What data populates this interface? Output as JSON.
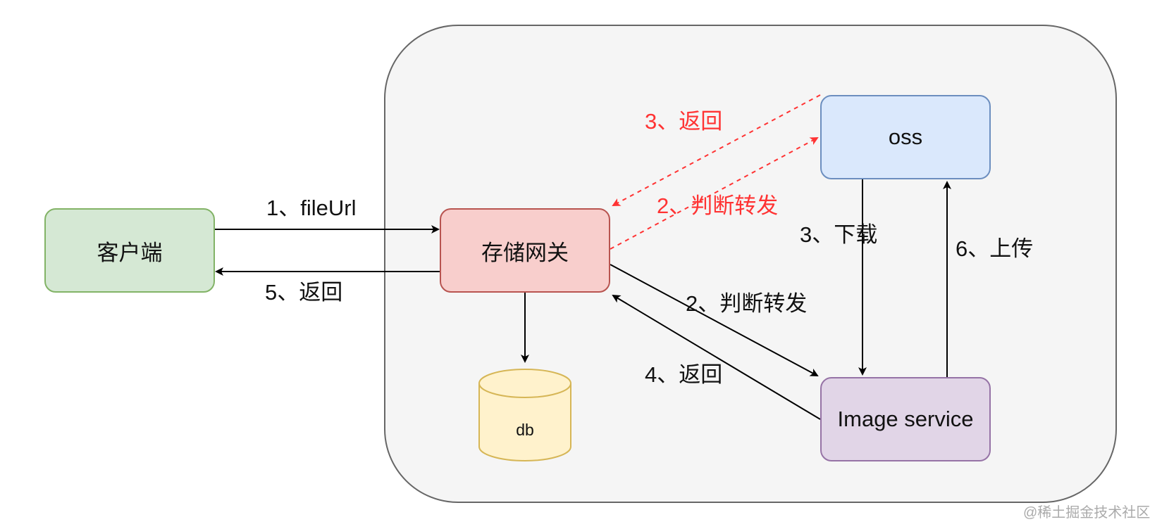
{
  "nodes": {
    "client": "客户端",
    "gateway": "存储网关",
    "oss": "oss",
    "image_service": "Image service",
    "db": "db"
  },
  "edges": {
    "client_to_gateway": "1、fileUrl",
    "gateway_to_client": "5、返回",
    "gateway_to_oss": "2、判断转发",
    "oss_to_gateway": "3、返回",
    "gateway_to_image": "2、判断转发",
    "image_to_gateway": "4、返回",
    "oss_to_image": "3、下载",
    "image_to_oss": "6、上传"
  },
  "colors": {
    "client_fill": "#d5e8d4",
    "gateway_fill": "#f8cecc",
    "oss_fill": "#dae8fc",
    "image_fill": "#e1d5e7",
    "db_fill": "#fff2cc",
    "highlight_edge": "#ff3333"
  },
  "watermark": "@稀土掘金技术社区"
}
